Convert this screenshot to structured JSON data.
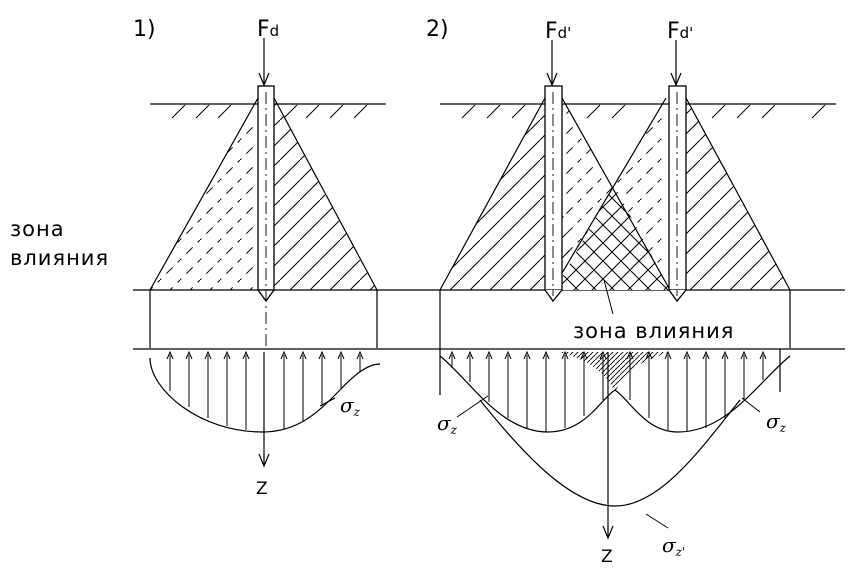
{
  "panel1": {
    "number": "1)",
    "force": {
      "symbol": "F",
      "sub": "d"
    },
    "stress": {
      "symbol": "σ",
      "sub": "z"
    },
    "axis": "Z"
  },
  "panel2": {
    "number": "2)",
    "force_left": {
      "symbol": "F",
      "sub": "d'"
    },
    "force_right": {
      "symbol": "F",
      "sub": "d'"
    },
    "stress_left": {
      "symbol": "σ",
      "sub": "z"
    },
    "stress_right": {
      "symbol": "σ",
      "sub": "z"
    },
    "stress_combined": {
      "symbol": "σ",
      "sub": "z'"
    },
    "axis": "Z",
    "zone_label": "зона влияния"
  },
  "zone_side_label": {
    "line1": "зона",
    "line2": "влияния"
  },
  "colors": {
    "ink": "#000000",
    "background": "#ffffff"
  }
}
